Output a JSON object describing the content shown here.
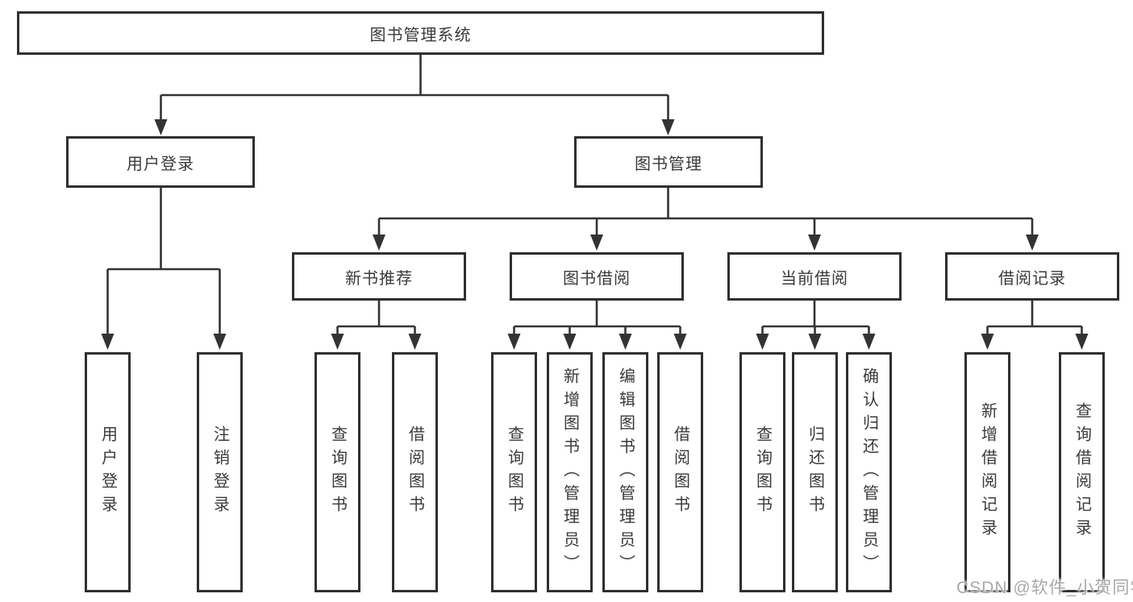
{
  "colors": {
    "line-color": "#333333",
    "box-border": "#2f2f2f",
    "text-color": "#3a3a3a",
    "watermark-color": "#a9a9a9",
    "background": "#ffffff"
  },
  "tree": {
    "root": {
      "label": "图书管理系统"
    },
    "children": [
      {
        "label": "用户登录",
        "children": [
          {
            "label": "用户登录"
          },
          {
            "label": "注销登录"
          }
        ]
      },
      {
        "label": "图书管理",
        "children": [
          {
            "label": "新书推荐",
            "children": [
              {
                "label": "查询图书"
              },
              {
                "label": "借阅图书"
              }
            ]
          },
          {
            "label": "图书借阅",
            "children": [
              {
                "label": "查询图书"
              },
              {
                "label": "新增图书（管理员）"
              },
              {
                "label": "编辑图书（管理员）"
              },
              {
                "label": "借阅图书"
              }
            ]
          },
          {
            "label": "当前借阅",
            "children": [
              {
                "label": "查询图书"
              },
              {
                "label": "归还图书"
              },
              {
                "label": "确认归还（管理员）"
              }
            ]
          },
          {
            "label": "借阅记录",
            "children": [
              {
                "label": "新增借阅记录"
              },
              {
                "label": "查询借阅记录"
              }
            ]
          }
        ]
      }
    ]
  },
  "watermark": {
    "text": "CSDN @软件_小贺同学"
  }
}
